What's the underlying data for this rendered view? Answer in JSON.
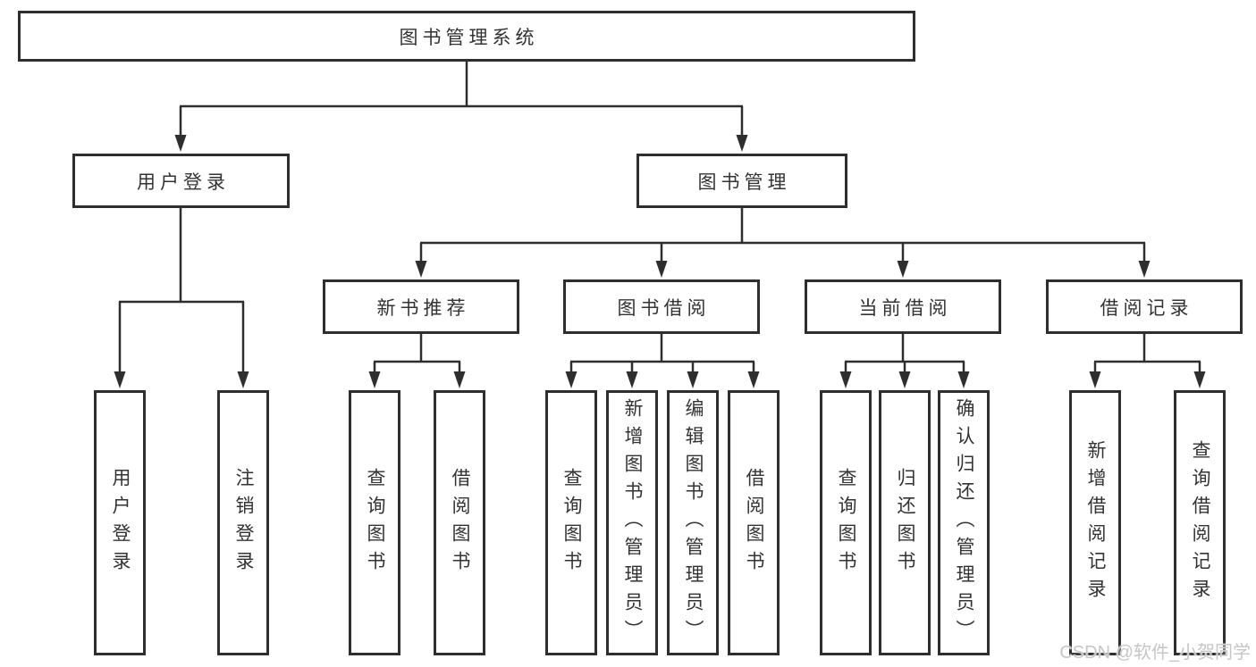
{
  "diagram": {
    "title": "图书管理系统",
    "user_login": "用户登录",
    "book_mgmt": "图书管理",
    "modules": [
      {
        "label": "新书推荐"
      },
      {
        "label": "图书借阅"
      },
      {
        "label": "当前借阅"
      },
      {
        "label": "借阅记录"
      }
    ],
    "leaves": {
      "user_login": [
        "用户登录",
        "注销登录"
      ],
      "new_books": [
        "查询图书",
        "借阅图书"
      ],
      "book_borrow": [
        "查询图书",
        "新增图书（管理员）",
        "编辑图书（管理员）",
        "借阅图书"
      ],
      "current_borrow": [
        "查询图书",
        "归还图书",
        "确认归还（管理员）"
      ],
      "borrow_records": [
        "新增借阅记录",
        "查询借阅记录"
      ]
    }
  },
  "watermark": "CSDN @软件_小贺同学",
  "colors": {
    "line": "#2e2e2e",
    "box_border": "#2e2e2e",
    "text": "#333333",
    "watermark": "#c6c6c6",
    "background": "#ffffff"
  }
}
